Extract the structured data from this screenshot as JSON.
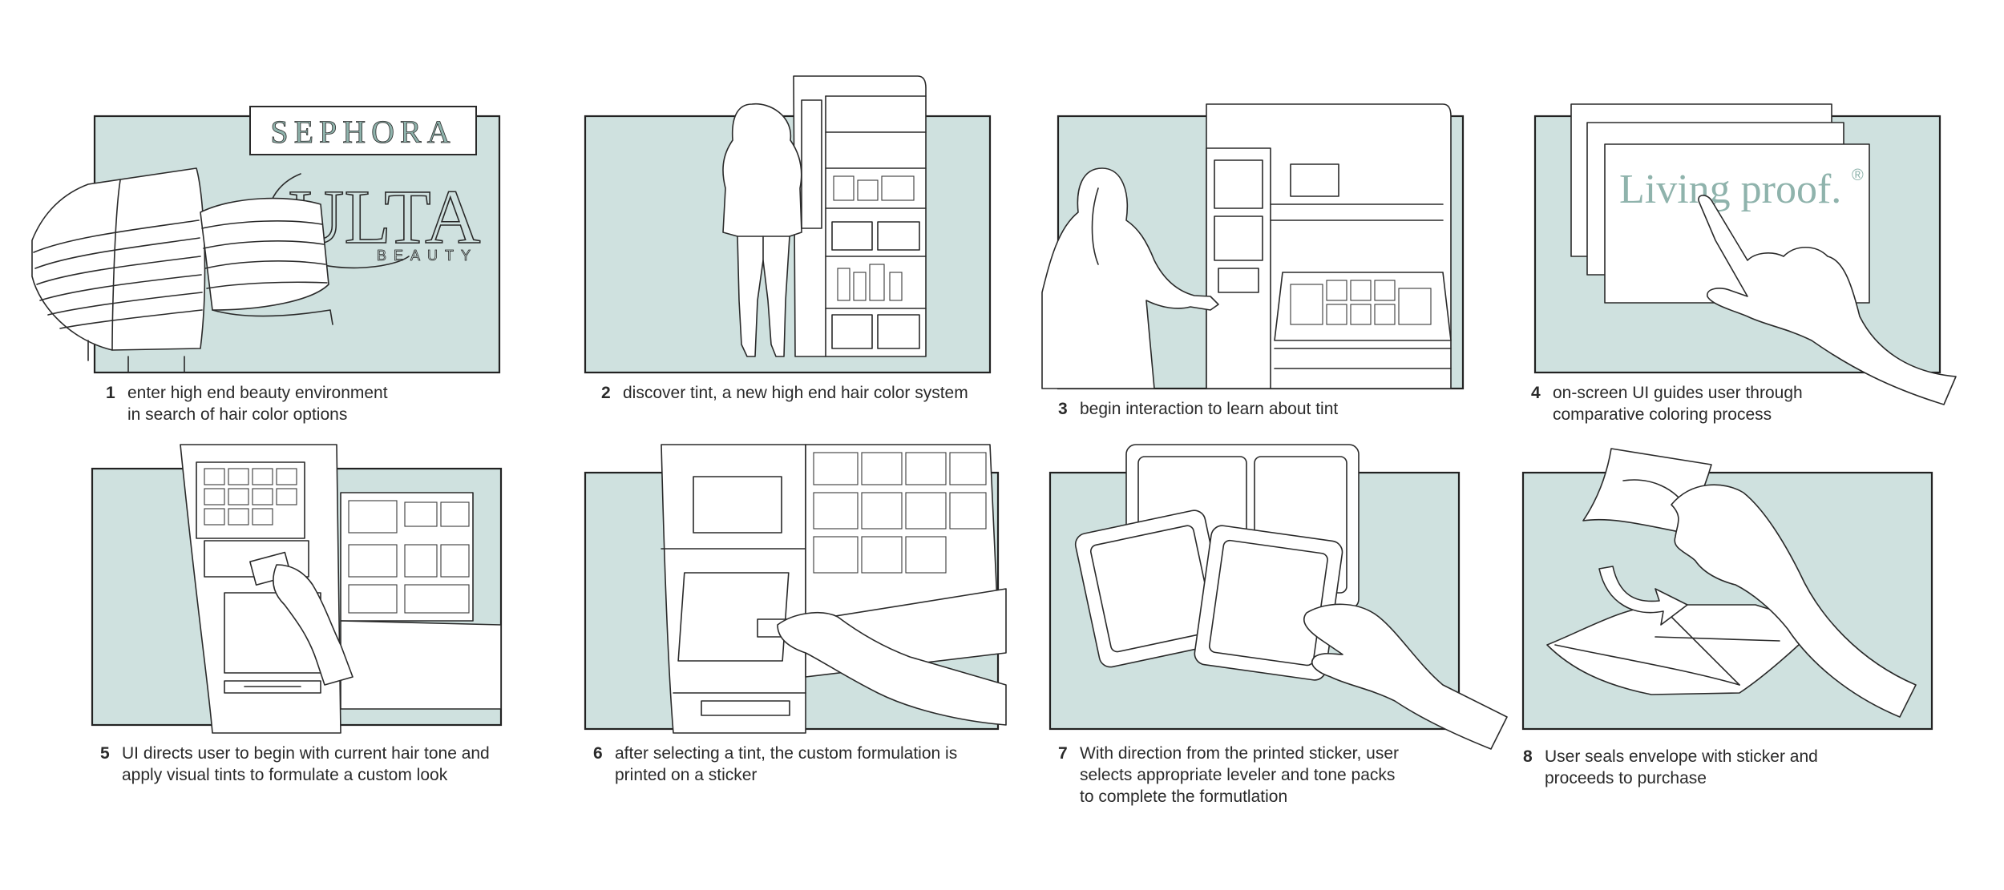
{
  "brand_colors": {
    "panel_background": "#cfe1df",
    "ink": "#2a2a2a",
    "logo_green": "#8fb3ac"
  },
  "logos": {
    "sephora": "SEPHORA",
    "ulta": "ULTA",
    "ulta_sub": "BEAUTY",
    "living_proof": "Living proof.",
    "registered": "®"
  },
  "steps": [
    {
      "number": "1",
      "caption": "enter high end beauty environment\nin search of hair color options"
    },
    {
      "number": "2",
      "caption": "discover tint, a new high end hair color system"
    },
    {
      "number": "3",
      "caption": "begin interaction to learn about tint"
    },
    {
      "number": "4",
      "caption": "on-screen UI guides user through\ncomparative coloring process"
    },
    {
      "number": "5",
      "caption": "UI directs user to begin with current hair tone and\napply visual tints to formulate a custom look"
    },
    {
      "number": "6",
      "caption": "after selecting a tint, the custom formulation is\nprinted on a sticker"
    },
    {
      "number": "7",
      "caption": "With direction from the printed sticker, user\nselects appropriate leveler and tone packs\nto complete the formutlation"
    },
    {
      "number": "8",
      "caption": "User seals envelope with sticker and\nproceeds to purchase"
    }
  ]
}
